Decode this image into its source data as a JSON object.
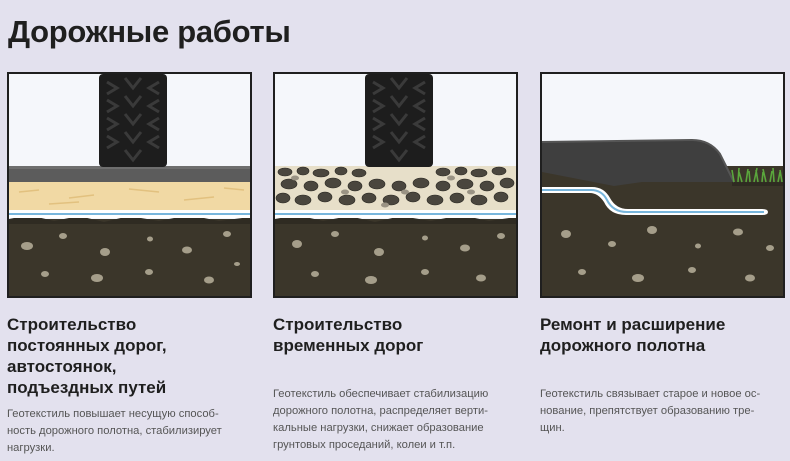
{
  "title": "Дорожные работы",
  "columns": [
    {
      "heading": [
        "Строительство",
        "постоянных дорог,",
        "автостоянок,",
        "подъездных путей"
      ],
      "text": [
        "Геотекстиль повышает несущую способ-",
        "ность дорожного полотна, стабилизирует",
        "нагрузки."
      ]
    },
    {
      "heading": [
        "Строительство",
        "временных дорог"
      ],
      "text": [
        "Геотекстиль обеспечивает стабилизацию",
        "дорожного полотна, распределяет верти-",
        "кальные нагрузки, снижает образование",
        "грунтовых проседаний, колеи и т.п."
      ]
    },
    {
      "heading": [
        "Ремонт и расширение",
        "дорожного полотна"
      ],
      "text": [
        "Геотекстиль связывает старое и новое ос-",
        "нование, препятствует образованию тре-",
        "щин."
      ]
    }
  ],
  "colors": {
    "background": "#e3e1ee",
    "soil": "#3a352a",
    "sand": "#f1d9a4",
    "asphalt": "#5a5a5a",
    "geotextile": "#ffffff",
    "geotextile_stripe": "#78b6dc",
    "grass": "#5aa63c"
  }
}
